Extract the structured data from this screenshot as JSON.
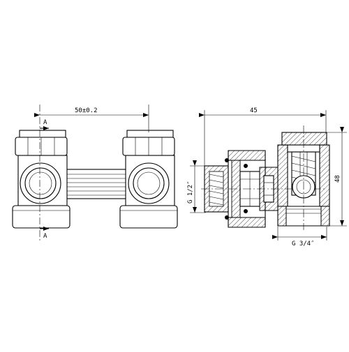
{
  "labels": {
    "section_top": "A",
    "section_bottom": "A",
    "dim_spacing": "50±0.2",
    "dim_width": "45",
    "dim_height": "48",
    "thread_inlet": "G 1/2″",
    "thread_outlet": "G 3/4″"
  }
}
